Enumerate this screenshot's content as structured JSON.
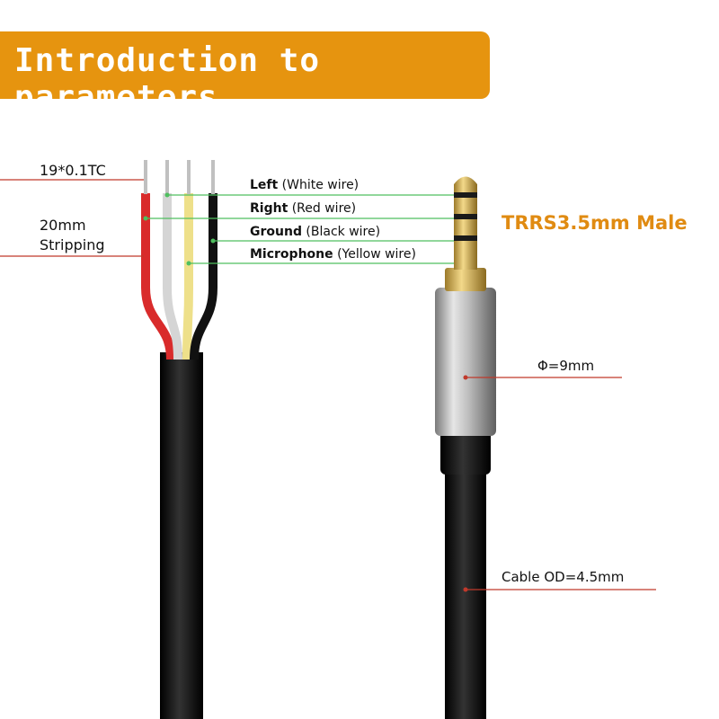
{
  "banner": {
    "title": "Introduction to parameters",
    "color": "#e6940f"
  },
  "left_specs": {
    "conductor": "19*0.1TC",
    "stripping": "20mm Stripping"
  },
  "wires": [
    {
      "name": "Left",
      "desc": "(White wire)",
      "color": "#dcdcdc"
    },
    {
      "name": "Right",
      "desc": "(Red wire)",
      "color": "#d92b2b"
    },
    {
      "name": "Ground",
      "desc": "(Black wire)",
      "color": "#111111"
    },
    {
      "name": "Microphone",
      "desc": "(Yellow wire)",
      "color": "#f0e08a"
    }
  ],
  "connector": {
    "type": "TRRS3.5mm Male",
    "diameter": "Φ=9mm",
    "cable_od": "Cable OD=4.5mm"
  },
  "colors": {
    "accent": "#e6940f",
    "leader_green": "#4fbf5f",
    "leader_red": "#c0392b"
  }
}
